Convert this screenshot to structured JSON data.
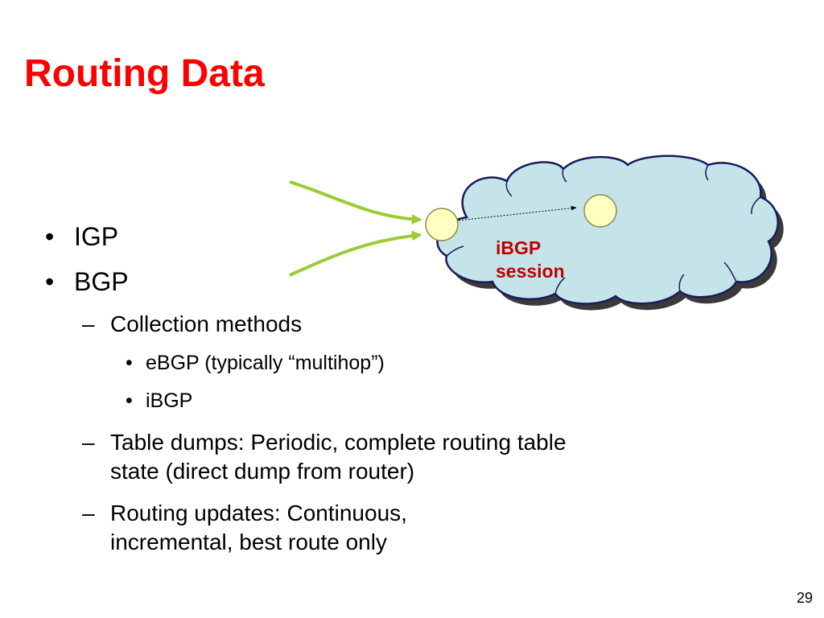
{
  "slide": {
    "title": "Routing Data",
    "page_number": "29"
  },
  "bullets": {
    "igp": "IGP",
    "bgp": "BGP",
    "bullet_glyph": "•",
    "dash_glyph": "–",
    "collection_methods": "Collection methods",
    "ebgp": "eBGP (typically “multihop”)",
    "ibgp": "iBGP",
    "table_dumps": "Table dumps: Periodic, complete routing table state (direct dump from router)",
    "routing_updates": "Routing updates: Continuous, incremental, best route only"
  },
  "diagram": {
    "label_line1": "iBGP",
    "label_line2": "session",
    "colors": {
      "cloud_fill": "#c5e4ea",
      "cloud_stroke": "#1a1a5e",
      "router_fill": "#ffffc0",
      "router_stroke": "#8a8a4a",
      "arrow_green": "#99cc33",
      "label_red": "#c00000"
    }
  }
}
